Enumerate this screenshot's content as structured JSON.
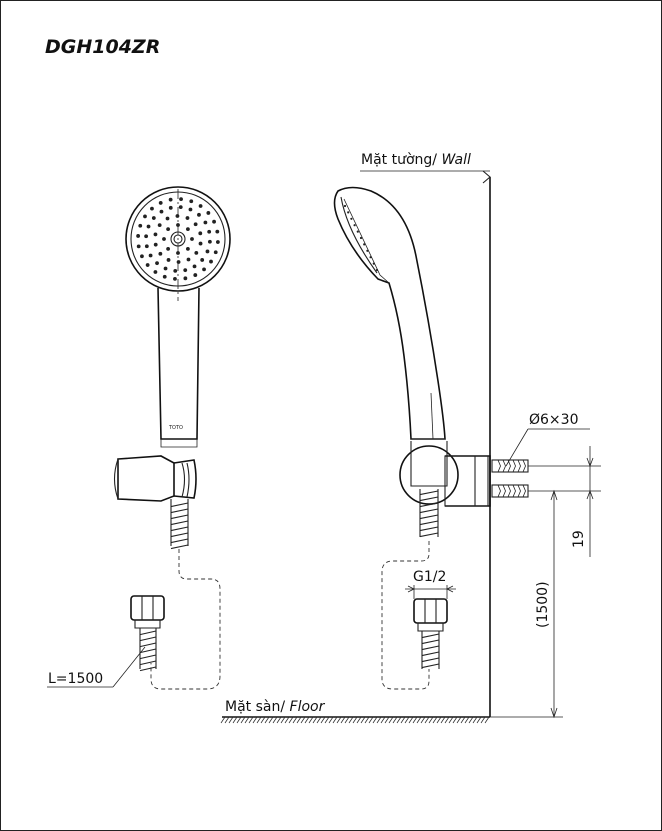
{
  "model_code": "DGH104ZR",
  "labels": {
    "wall_vi": "Mặt tường/",
    "wall_en": "Wall",
    "floor_vi": "Mặt sàn/",
    "floor_en": "Floor",
    "anchor_spec": "Ø6×30",
    "dim_19": "19",
    "dim_1500": "(1500)",
    "thread": "G1/2",
    "hose_length": "L=1500",
    "brand_mark": "TOTO"
  },
  "icons": [
    "hand-shower-front-icon",
    "hand-shower-side-icon",
    "wall-bracket-icon",
    "wall-anchor-icon",
    "hose-nut-icon"
  ]
}
